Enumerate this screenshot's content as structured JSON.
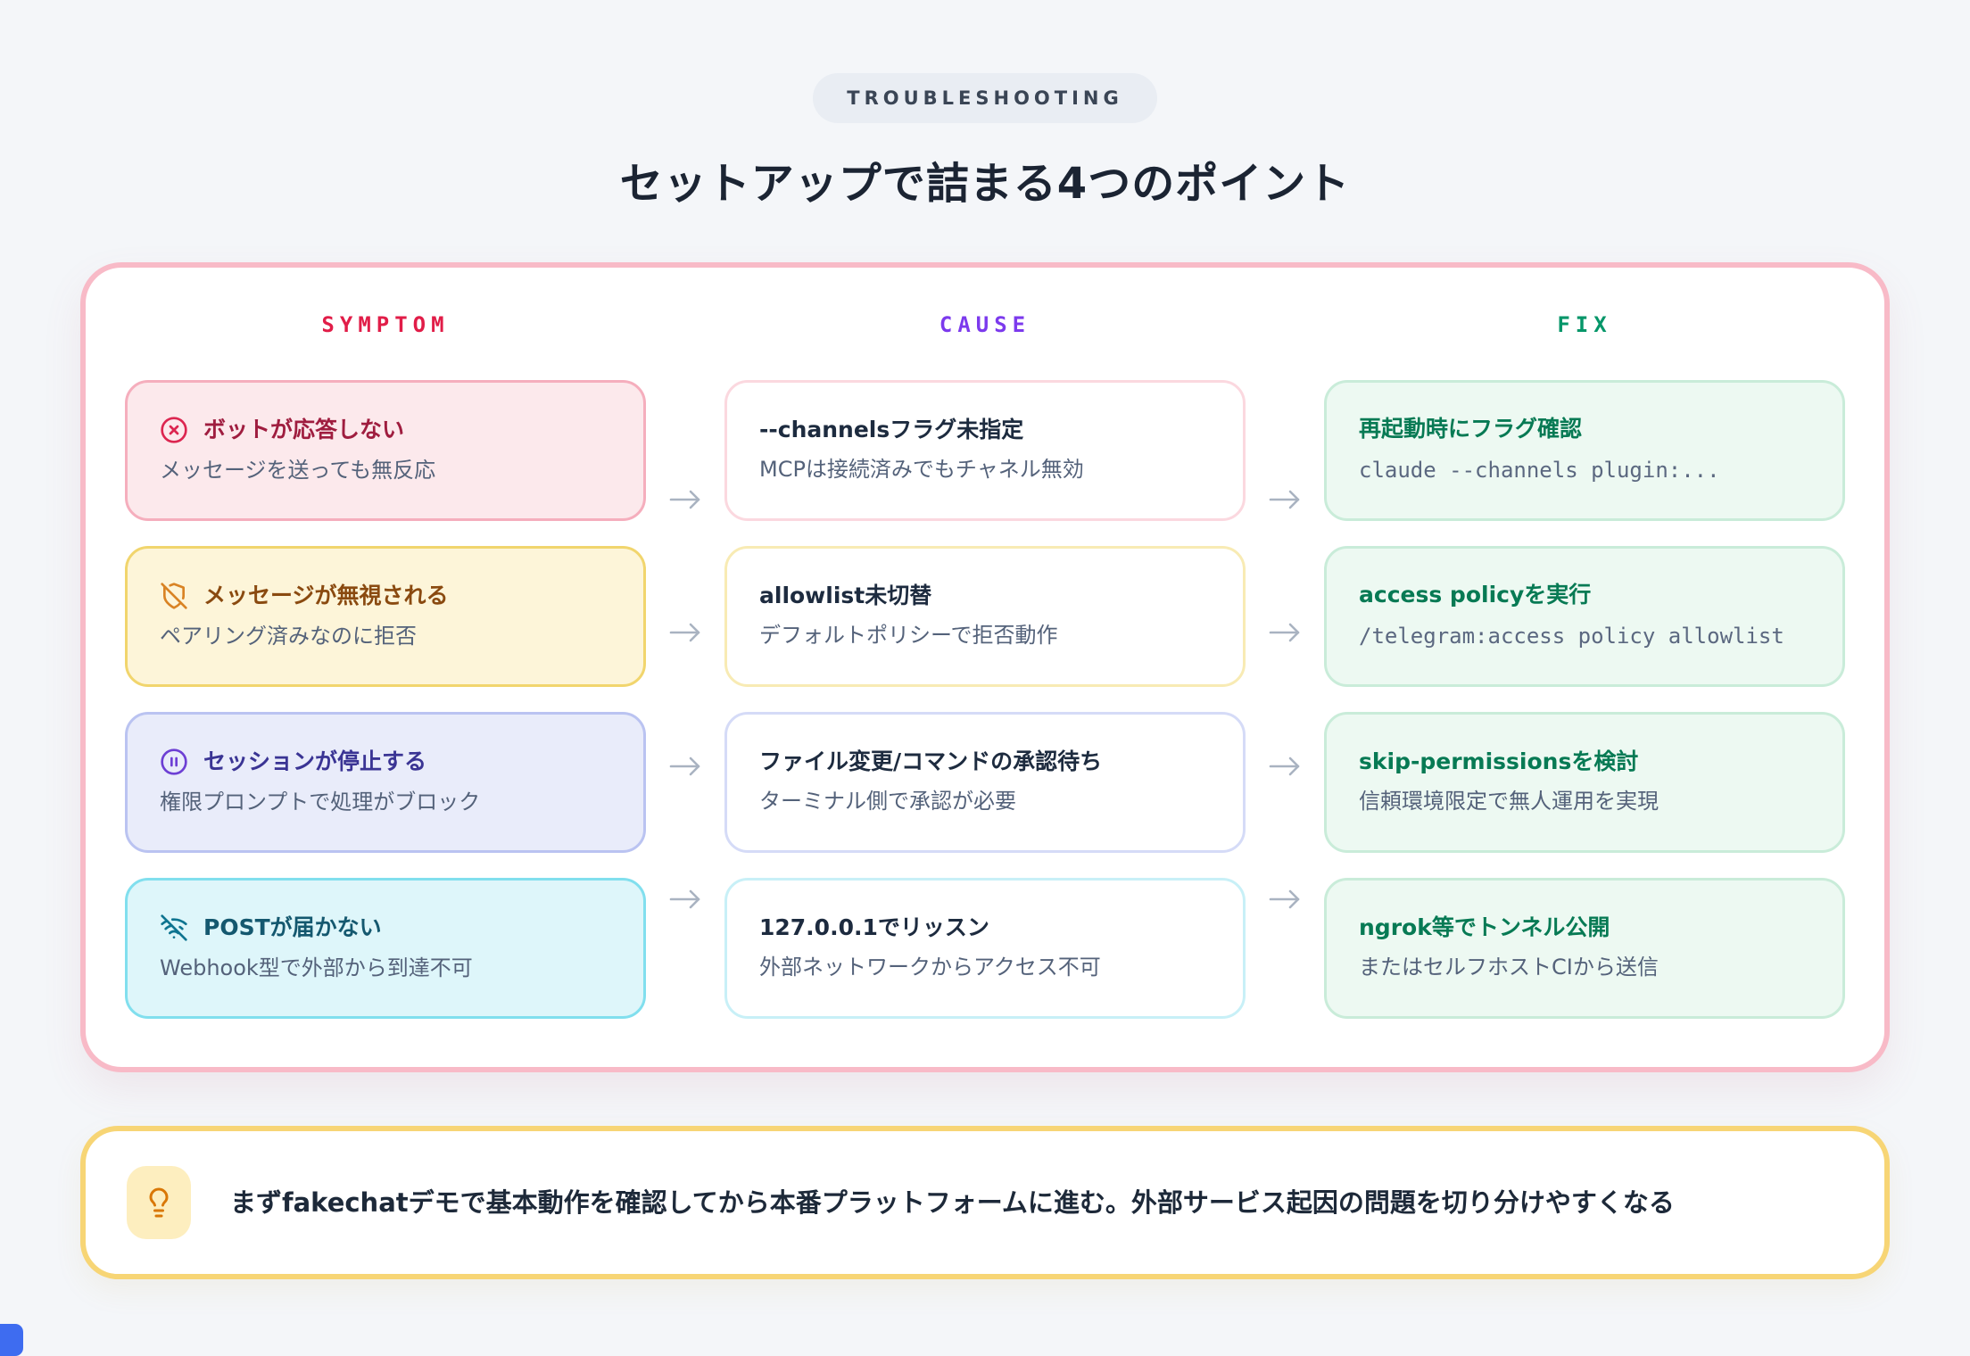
{
  "page": {
    "badge": "TROUBLESHOOTING",
    "title": "セットアップで詰まる4つのポイント",
    "background_color": "#f4f6f9",
    "panel_border_color": "#f8bac7",
    "tip_border_color": "#f7d575"
  },
  "columns": {
    "symptom": {
      "label": "SYMPTOM",
      "color": "#e11d48"
    },
    "cause": {
      "label": "CAUSE",
      "color": "#7c3aed"
    },
    "fix": {
      "label": "FIX",
      "color": "#059669"
    }
  },
  "rows": [
    {
      "symptom": {
        "icon": "x-circle-icon",
        "accent": "#dc2650",
        "title": "ボットが応答しない",
        "subtitle": "メッセージを送っても無反応"
      },
      "cause": {
        "title": "--channelsフラグ未指定",
        "subtitle": "MCPは接続済みでもチャネル無効"
      },
      "fix": {
        "title": "再起動時にフラグ確認",
        "code": "claude --channels plugin:..."
      }
    },
    {
      "symptom": {
        "icon": "shield-off-icon",
        "accent": "#d98324",
        "title": "メッセージが無視される",
        "subtitle": "ペアリング済みなのに拒否"
      },
      "cause": {
        "title": "allowlist未切替",
        "subtitle": "デフォルトポリシーで拒否動作"
      },
      "fix": {
        "title": "access policyを実行",
        "code": "/telegram:access policy allowlist"
      }
    },
    {
      "symptom": {
        "icon": "pause-circle-icon",
        "accent": "#6d3fd4",
        "title": "セッションが停止する",
        "subtitle": "権限プロンプトで処理がブロック"
      },
      "cause": {
        "title": "ファイル変更/コマンドの承認待ち",
        "subtitle": "ターミナル側で承認が必要"
      },
      "fix": {
        "title": "skip-permissionsを検討",
        "subtitle": "信頼環境限定で無人運用を実現"
      }
    },
    {
      "symptom": {
        "icon": "wifi-off-icon",
        "accent": "#0e7490",
        "title": "POSTが届かない",
        "subtitle": "Webhook型で外部から到達不可"
      },
      "cause": {
        "title": "127.0.0.1でリッスン",
        "subtitle": "外部ネットワークからアクセス不可"
      },
      "fix": {
        "title": "ngrok等でトンネル公開",
        "subtitle": "またはセルフホストCIから送信"
      }
    }
  ],
  "tip": {
    "icon": "lightbulb-icon",
    "text": "まずfakechatデモで基本動作を確認してから本番プラットフォームに進む。外部サービス起因の問題を切り分けやすくなる"
  }
}
